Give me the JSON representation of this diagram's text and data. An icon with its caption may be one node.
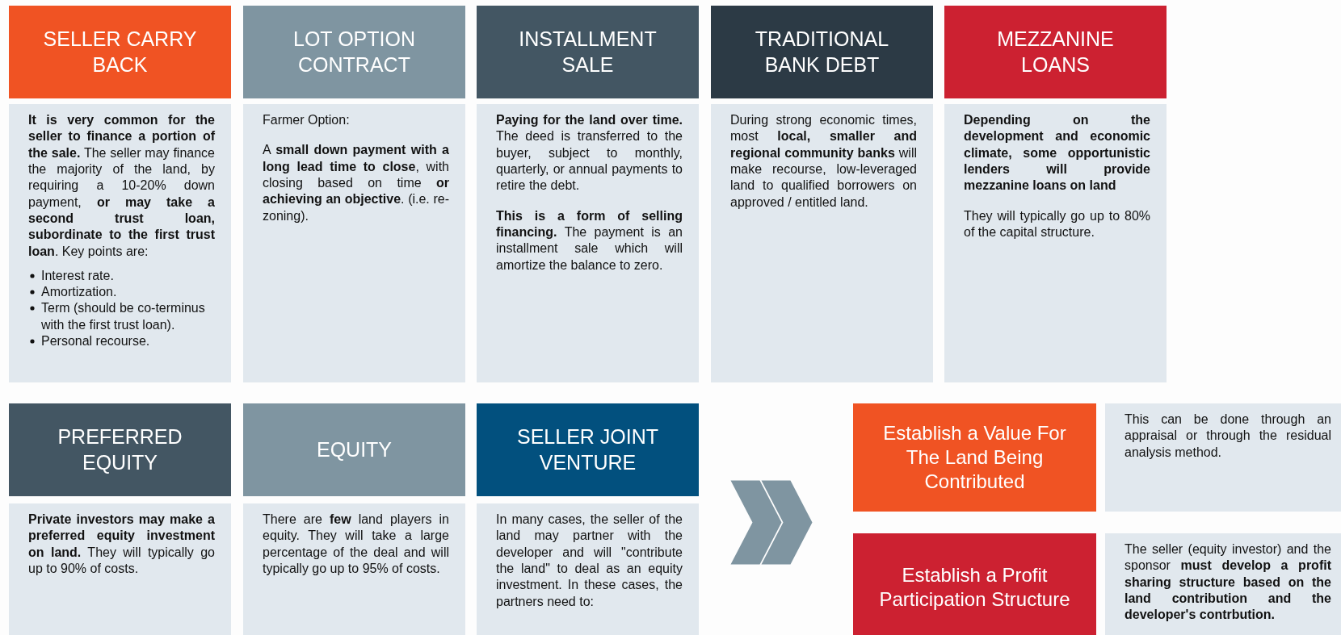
{
  "diagram": {
    "nodes": [
      {
        "text": [
          "SELLER CARRY BACK"
        ]
      },
      {
        "text": [
          "**It is very common for the seller to finance a portion of the sale.** The seller may finance the majority of the land, by requiring a 10-20% down payment, **or may take a second trust loan, subordinate to the first trust loan**. Key points are:",
          "Interest rate.",
          "Amortization.",
          "Term (should be co-terminus with the first trust loan).",
          "Personal recourse."
        ]
      },
      {
        "text": [
          "LOT OPTION CONTRACT"
        ]
      },
      {
        "text": [
          "Farmer Option:",
          "A **small down payment with a long lead time to close**, with closing based on time **or achieving an objective**. (i.e. re-zoning)."
        ]
      },
      {
        "text": [
          "INSTALLMENT SALE"
        ]
      },
      {
        "text": [
          "**Paying for the land over time.** The deed is transferred to the buyer, subject to monthly, quarterly, or annual payments to retire the debt.",
          "**This is a form of selling financing.** The payment is an installment sale which will amortize the balance to zero."
        ]
      },
      {
        "text": [
          "TRADITIONAL BANK DEBT"
        ]
      },
      {
        "text": [
          "During strong economic times, most **local, smaller and regional community banks** will make recourse, low-leveraged land to qualified borrowers on approved / entitled land."
        ]
      },
      {
        "text": [
          "MEZZANINE LOANS"
        ]
      },
      {
        "text": [
          "Depending on the development and economic climate, some opportunistic lenders will provide mezzanine loans on land",
          "They will typically go up to 80% of the capital structure."
        ]
      },
      {
        "text": [
          "PREFERRED EQUITY"
        ]
      },
      {
        "text": [
          "**Private investors may make a preferred equity investment on land.** They will typically go up to 90% of costs."
        ]
      },
      {
        "text": [
          "EQUITY"
        ]
      },
      {
        "text": [
          "There are **few** land players in equity. They will take a large percentage of the deal and will typically go up to 95% of costs."
        ]
      },
      {
        "text": [
          "SELLER JOINT VENTURE"
        ]
      },
      {
        "text": [
          "In many cases, the seller of the land may partner with the developer and will \"contribute the land\" to deal as an equity investment. In these cases, the partners need to:"
        ]
      },
      {
        "text": [
          "Establish a Value For The Land Being Contributed"
        ]
      },
      {
        "text": [
          "This can be done through an appraisal or through the residual analysis method."
        ]
      },
      {
        "text": [
          "Establish a Profit Participation Structure"
        ]
      },
      {
        "text": [
          "The seller (equity investor) and the sponsor **must develop a profit sharing structure based on the land contribution and the developer's contrbution.**"
        ]
      }
    ],
    "edges": [
      {
        "from": 15,
        "to": 16,
        "arrow": "to"
      },
      {
        "from": 15,
        "to": 18,
        "arrow": "to"
      }
    ]
  }
}
